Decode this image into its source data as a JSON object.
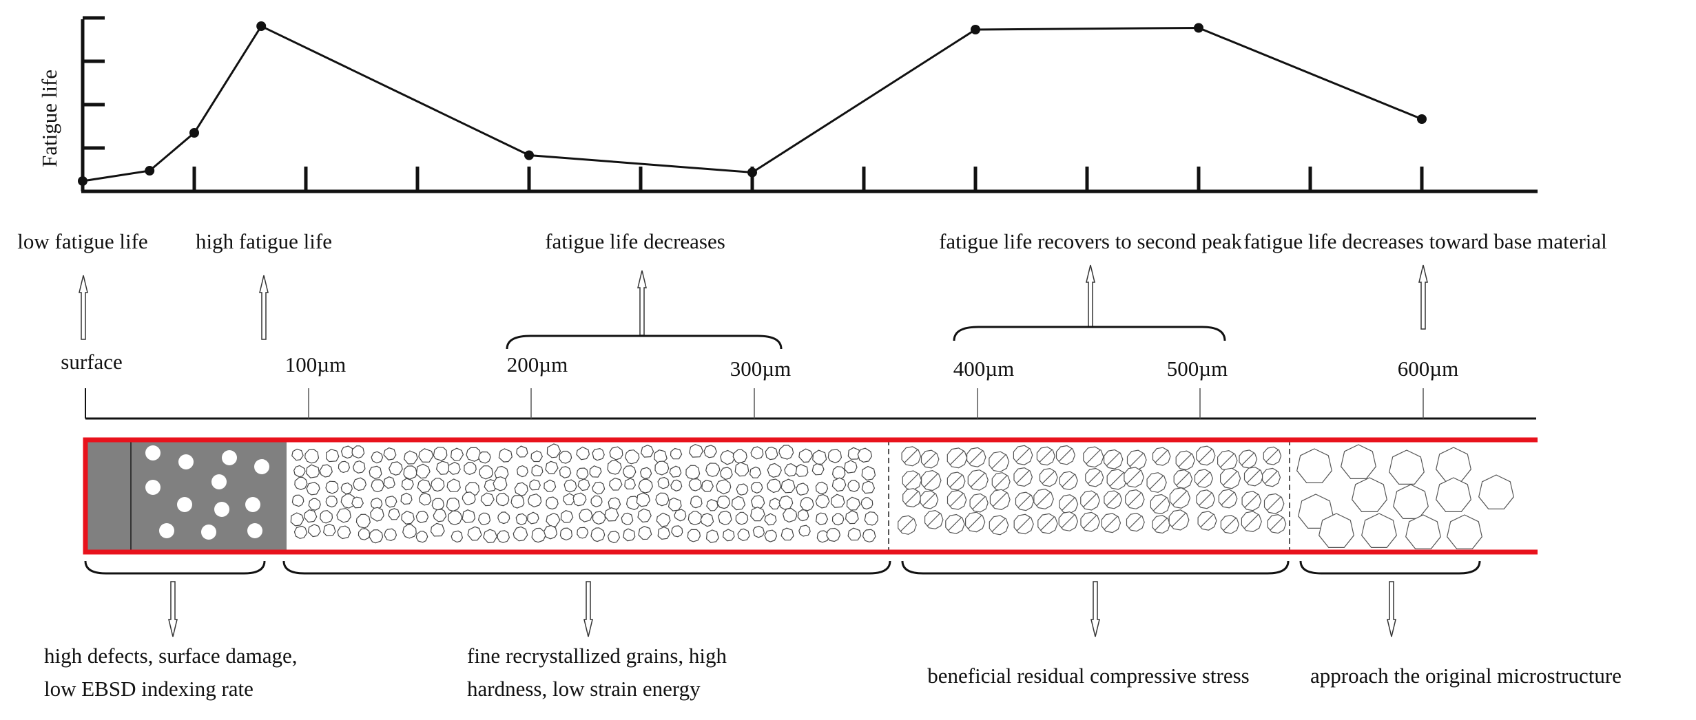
{
  "chart_data": {
    "type": "line",
    "ylabel": "Fatigue life",
    "x_unit": "µm",
    "xlim": [
      0,
      660
    ],
    "x_ticks": [
      50,
      100,
      150,
      200,
      250,
      300,
      350,
      400,
      450,
      500,
      550,
      600
    ],
    "y_ticks": 4,
    "series": [
      {
        "points": [
          {
            "x": 0,
            "y": 0.6
          },
          {
            "x": 30,
            "y": 1.2
          },
          {
            "x": 50,
            "y": 3.4
          },
          {
            "x": 80,
            "y": 9.6
          },
          {
            "x": 200,
            "y": 2.1
          },
          {
            "x": 300,
            "y": 1.1
          },
          {
            "x": 400,
            "y": 9.4
          },
          {
            "x": 500,
            "y": 9.5
          },
          {
            "x": 600,
            "y": 4.2
          }
        ]
      }
    ]
  },
  "top_labels": [
    "low fatigue life",
    "high fatigue life",
    "fatigue life decreases",
    "fatigue life recovers to second peak",
    "fatigue life decreases toward base material"
  ],
  "depth_scale": {
    "surface": "surface",
    "ticks": [
      "100µm",
      "200µm",
      "300µm",
      "400µm",
      "500µm",
      "600µm"
    ]
  },
  "bottom_labels": {
    "zone1_line1": "high defects, surface damage,",
    "zone1_line2": "low EBSD indexing rate",
    "zone2_line1": "fine recrystallized grains, high",
    "zone2_line2": "hardness, low strain energy",
    "zone3": "beneficial residual compressive stress",
    "zone4": "approach the original microstructure"
  },
  "colors": {
    "band_border": "#e8121c",
    "damaged_layer": "#808080",
    "line": "#111111"
  }
}
